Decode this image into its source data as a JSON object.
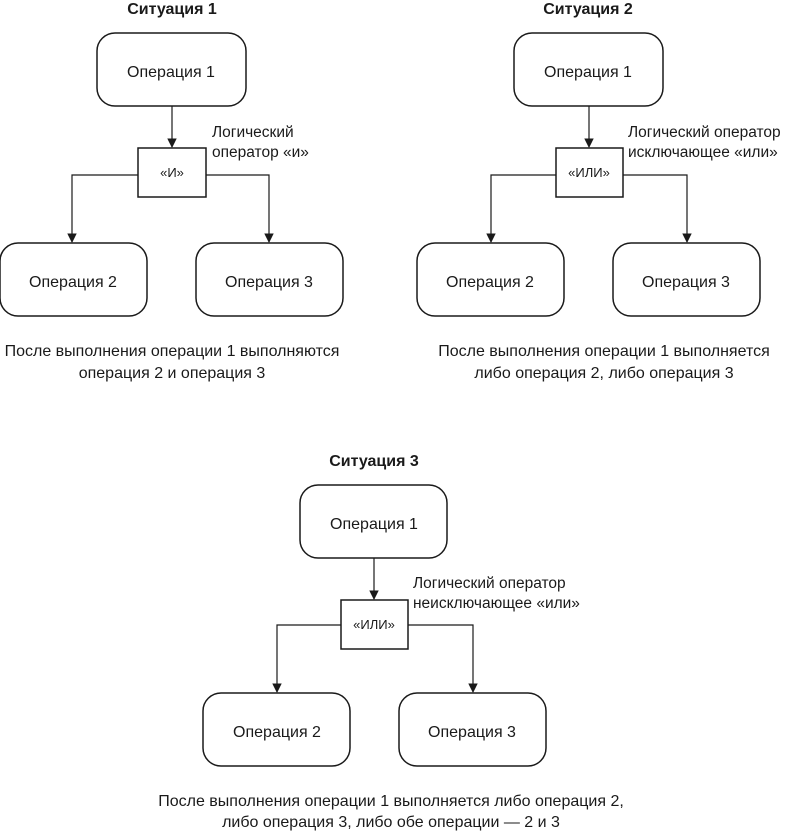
{
  "situations": [
    {
      "title": "Ситуация 1",
      "top": "Операция 1",
      "gate": "«И»",
      "note": [
        "Логический",
        "оператор «и»"
      ],
      "left": "Операция 2",
      "right": "Операция 3",
      "caption": [
        "После выполнения операции 1 выполняются",
        "операция 2 и операция 3"
      ]
    },
    {
      "title": "Ситуация 2",
      "top": "Операция 1",
      "gate": "«ИЛИ»",
      "note": [
        "Логический оператор",
        "исключающее «или»"
      ],
      "left": "Операция 2",
      "right": "Операция 3",
      "caption": [
        "После выполнения операции 1 выполняется",
        "либо операция 2, либо операция 3"
      ]
    },
    {
      "title": "Ситуация 3",
      "top": "Операция 1",
      "gate": "«ИЛИ»",
      "note": [
        "Логический оператор",
        "неисключающее «или»"
      ],
      "left": "Операция 2",
      "right": "Операция 3",
      "caption": [
        "После выполнения операции 1 выполняется либо операция 2,",
        "либо операция 3, либо обе операции — 2 и 3"
      ]
    }
  ]
}
